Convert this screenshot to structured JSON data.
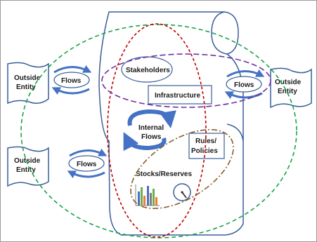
{
  "labels": {
    "outside_entity_left_top": [
      "Outside",
      "Entity"
    ],
    "outside_entity_left_bottom": [
      "Outside",
      "Entity"
    ],
    "outside_entity_right": [
      "Outside",
      "Entity"
    ],
    "flows_left_top": "Flows",
    "flows_left_bottom": "Flows",
    "flows_right": "Flows",
    "stakeholders": "Stakeholders",
    "infrastructure": "Infrastructure",
    "internal_flows": [
      "Internal",
      "Flows"
    ],
    "rules_policies": [
      "Rules/",
      "Policies"
    ],
    "stocks_reserves": "Stocks/Reserves"
  },
  "colors": {
    "outline": "#3a5f9a",
    "arrow": "#4472c4",
    "green_boundary": "#1aa34a",
    "red_boundary": "#c00000",
    "purple_boundary": "#7030a0",
    "brown_boundary": "#8b5a2b",
    "bar_blue": "#4472c4",
    "bar_green": "#70ad47",
    "bar_orange": "#ed7d31",
    "bar_gray": "#7f7f7f"
  }
}
